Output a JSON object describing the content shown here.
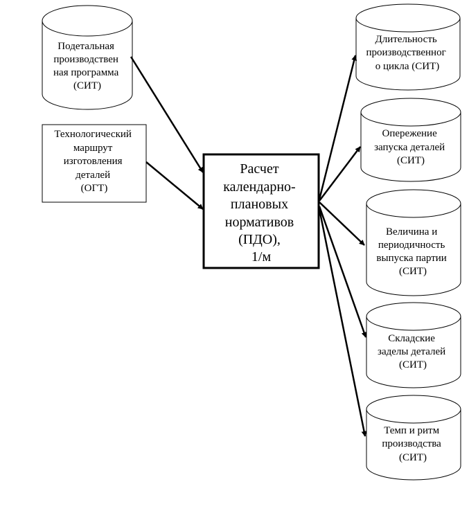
{
  "inputs": {
    "program": [
      "Подетальная",
      "производствен",
      "ная программа",
      "(СИТ)"
    ],
    "route": [
      "Технологический",
      "маршрут",
      "изготовления",
      "деталей",
      "(ОГТ)"
    ]
  },
  "process": [
    "Расчет",
    "календарно-",
    "плановых",
    "нормативов",
    "(ПДО),",
    "1/м"
  ],
  "outputs": {
    "duration": [
      "Длительность",
      "производственног",
      "о цикла (СИТ)"
    ],
    "advance": [
      "Опережение",
      "запуска деталей",
      "(СИТ)"
    ],
    "batch": [
      "Величина и",
      "периодичность",
      "выпуска партии",
      "(СИТ)"
    ],
    "stock": [
      "Складские",
      "заделы деталей",
      "(СИТ)"
    ],
    "rhythm": [
      "Темп и ритм",
      "производства",
      "(СИТ)"
    ]
  }
}
